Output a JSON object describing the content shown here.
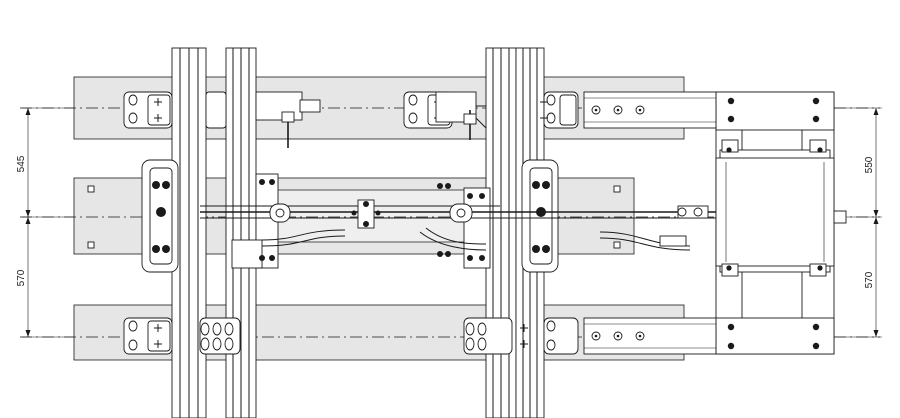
{
  "dimensions": {
    "left_upper": "545",
    "left_lower": "570",
    "right_upper": "550",
    "right_lower": "570"
  }
}
